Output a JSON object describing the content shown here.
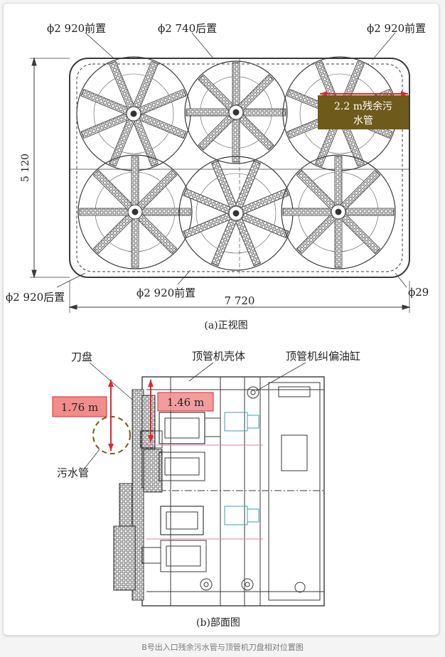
{
  "front_view": {
    "top_left_label": "ϕ2 920前置",
    "top_mid_label": "ϕ2 740后置",
    "top_right_label": "ϕ2 920前置",
    "bottom_left_label": "ϕ2 920后置",
    "bottom_mid_label": "ϕ2 920前置",
    "bottom_right_label": "ϕ29",
    "height_dim": "5 120",
    "width_dim": "7 720",
    "residual_pipe_label_line1": "2.2 m残余污",
    "residual_pipe_label_line2": "水管",
    "caption": "(a)正视图"
  },
  "section_view": {
    "cutter_label": "刀盘",
    "shell_label": "顶管机壳体",
    "cylinder_label": "顶管机纠偏油缸",
    "sewer_label": "污水管",
    "dim_176": "1.76 m",
    "dim_146": "1.46 m",
    "caption": "(b)部面图"
  },
  "figure_caption": "B号出入口残余污水管与顶管机刀盘相对位置图",
  "colors": {
    "olive_box": "#6e5a1a",
    "red": "#e0262e",
    "pink_box": "#f08c8c",
    "line": "#3a3a3a"
  }
}
